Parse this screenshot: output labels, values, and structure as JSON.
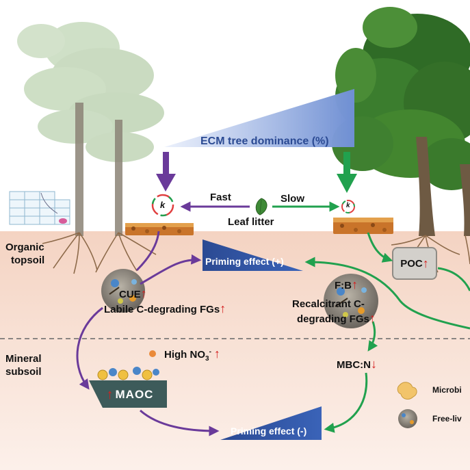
{
  "gradient_label": "ECM tree dominance (%)",
  "litter": {
    "fast_label": "Fast",
    "slow_label": "Slow",
    "center_label": "Leaf litter",
    "decomp_symbol": "k"
  },
  "layers": {
    "organic_line1": "Organic",
    "organic_line2": "topsoil",
    "mineral_line1": "Mineral",
    "mineral_line2": "subsoil"
  },
  "priming_positive": "Priming effect (+)",
  "priming_negative": "Priming effect (-)",
  "poc_label": "POC",
  "maoc_label": "MAOC",
  "cue_label": "CUE",
  "labile_label": "Labile C-degrading FGs",
  "fb_label": "F:B",
  "recalcitrant_line1": "Recalcitrant C-",
  "recalcitrant_line2": "degrading FGs",
  "nitrate_prefix": "High NO",
  "nitrate_sub": "3",
  "nitrate_sup": "-",
  "mbcn_label": "MBC:N",
  "legend": {
    "microbial_label": "Microbi",
    "freeliving_label": "Free-liv"
  },
  "arrow_symbols": {
    "up": "↑",
    "down": "↓"
  },
  "colors": {
    "purple_arrow": "#6a3a9a",
    "green_arrow": "#21a14e",
    "priming_banner": "#2f4f9a",
    "organic_soil": "#f6dccd",
    "mineral_soil": "#fbe9e0",
    "increase_arrow": "#d42020",
    "gradient_blue": "#6f8fd3"
  }
}
